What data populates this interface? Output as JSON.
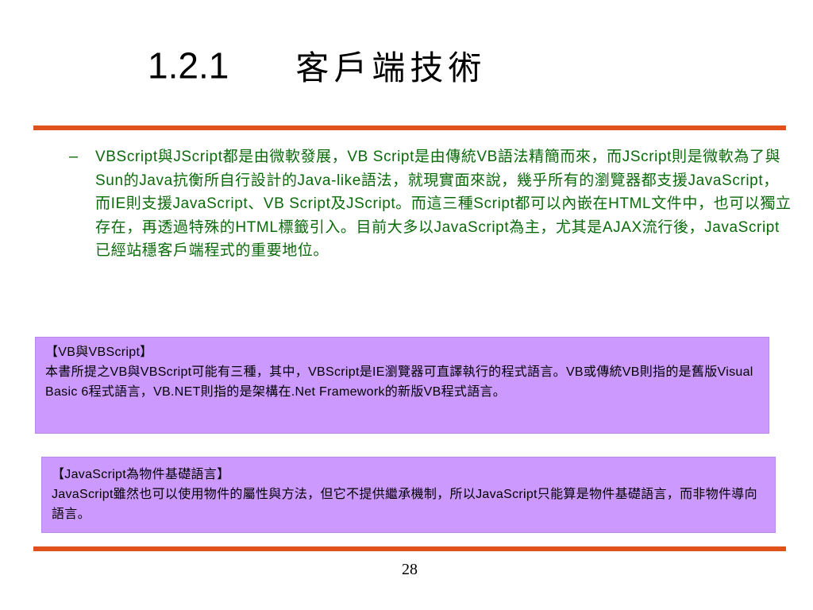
{
  "slide": {
    "section_number": "1.2.1",
    "title": "客戶端技術",
    "bullet_marker": "–",
    "bullet_text": "VBScript與JScript都是由微軟發展，VB Script是由傳統VB語法精簡而來，而JScript則是微軟為了與Sun的Java抗衡所自行設計的Java-like語法，就現實面來說，幾乎所有的瀏覽器都支援JavaScript，而IE則支援JavaScript、VB Script及JScript。而這三種Script都可以內嵌在HTML文件中，也可以獨立存在，再透過特殊的HTML標籤引入。目前大多以JavaScript為主，尤其是AJAX流行後，JavaScript已經站穩客戶端程式的重要地位。",
    "page_number": "28"
  },
  "boxes": [
    {
      "heading": "【VB與VBScript】",
      "body": "本書所提之VB與VBScript可能有三種，其中，VBScript是IE瀏覽器可直譯執行的程式語言。VB或傳統VB則指的是舊版Visual Basic 6程式語言，VB.NET則指的是架構在.Net Framework的新版VB程式語言。"
    },
    {
      "heading": "【JavaScript為物件基礎語言】",
      "body": "JavaScript雖然也可以使用物件的屬性與方法，但它不提供繼承機制，所以JavaScript只能算是物件基礎語言，而非物件導向語言。"
    }
  ],
  "colors": {
    "rule": "#e0511c",
    "bullet_text": "#0a6a0a",
    "box_fill": "#cc99ff"
  }
}
